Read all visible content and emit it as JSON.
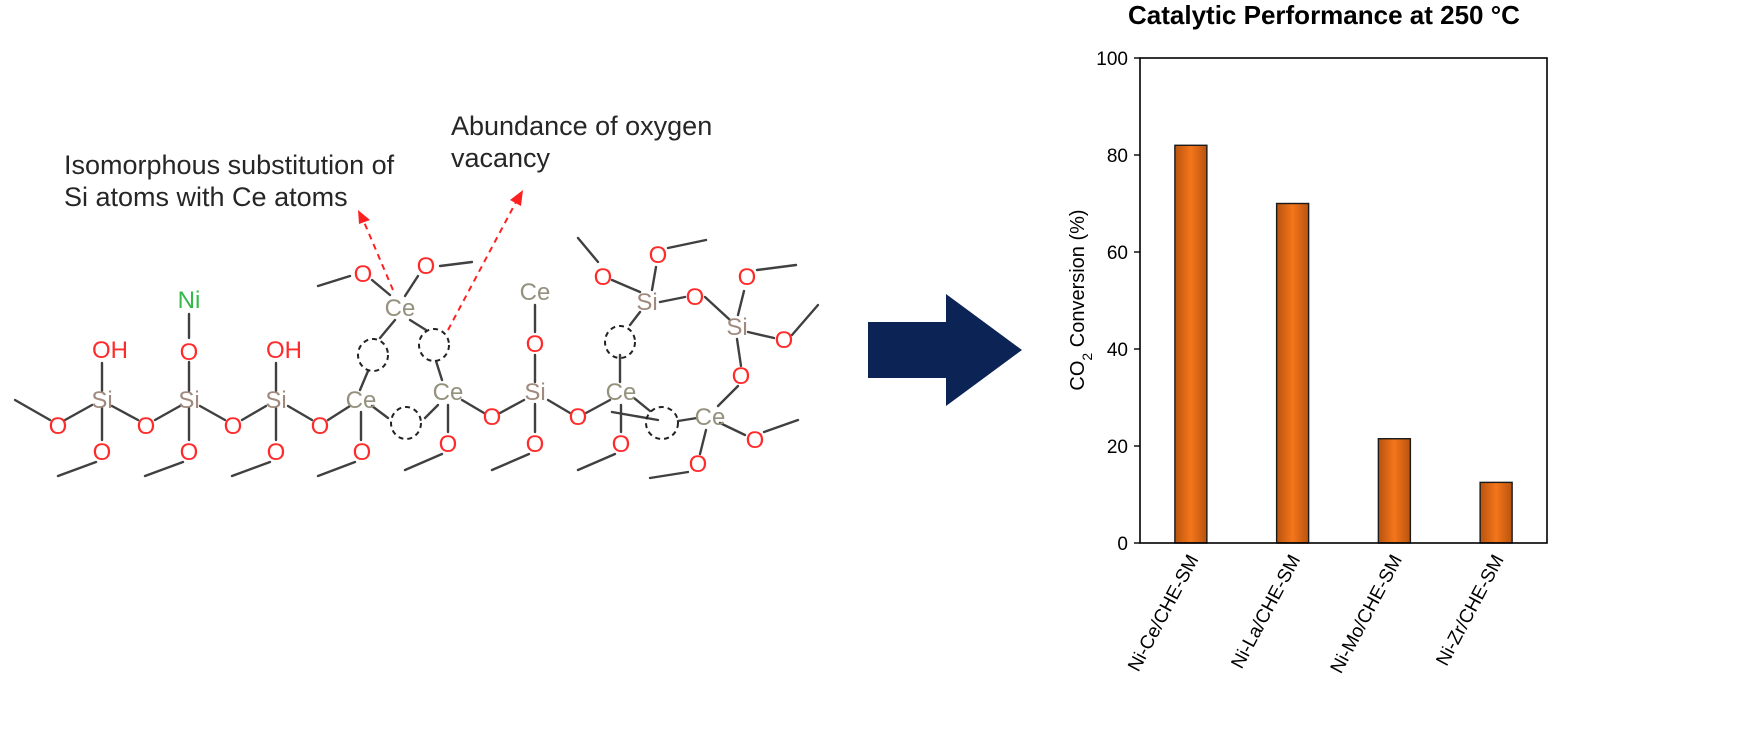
{
  "schematic": {
    "annotations": {
      "substitution_line1": "Isomorphous substitution of",
      "substitution_line2": "Si atoms with Ce atoms",
      "vacancy_line1": "Abundance of oxygen",
      "vacancy_line2": "vacancy"
    },
    "atoms": {
      "oxygen": "O",
      "silicon": "Si",
      "cerium": "Ce",
      "nickel": "Ni",
      "hydroxyl": "OH"
    },
    "colors": {
      "oxygen": "#ff2b2b",
      "silicon": "#a08a7e",
      "cerium": "#94917c",
      "nickel": "#33b84a",
      "callout_arrow": "#ff2020",
      "process_arrow": "#0c2356"
    }
  },
  "chart_data": {
    "type": "bar",
    "title": "Catalytic Performance at 250 °C",
    "ylabel_prefix": "CO",
    "ylabel_subscript": "2",
    "ylabel_suffix": " Conversion (%)",
    "xlabel": "",
    "categories": [
      "Ni-Ce/CHE-SM",
      "Ni-La/CHE-SM",
      "Ni-Mo/CHE-SM",
      "Ni-Zr/CHE-SM"
    ],
    "values": [
      82,
      70,
      21.5,
      12.5
    ],
    "ylim": [
      0,
      100
    ],
    "yticks": [
      0,
      20,
      40,
      60,
      80,
      100
    ],
    "grid": false,
    "legend": "none",
    "bar_colors": {
      "edge": "#b8530f",
      "center": "#f4761a",
      "outline": "#1a1a1a"
    }
  }
}
